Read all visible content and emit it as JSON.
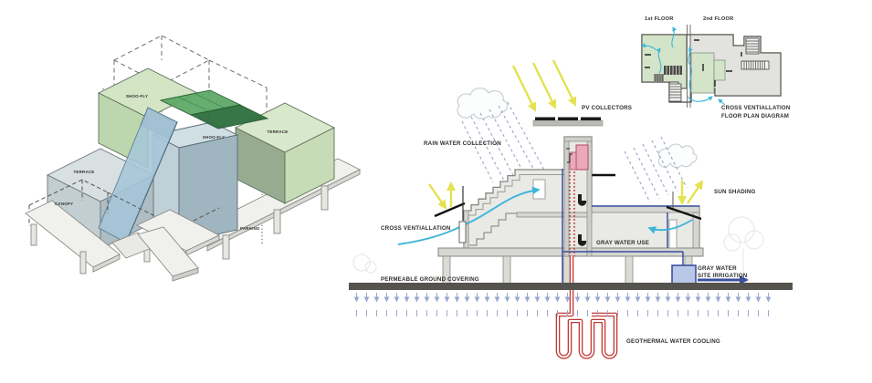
{
  "axonometric": {
    "labels": {
      "shoo_fly_upper": "SHOO-FLY",
      "shoo_fly_center": "SHOO-FLY",
      "terrace_left": "TERRACE",
      "terrace_right": "TERRACE",
      "canopy": "CANOPY",
      "parking": "PARKING"
    }
  },
  "section": {
    "labels": {
      "pv_collectors": "PV COLLECTORS",
      "rain_water_collection": "RAIN WATER COLLECTION",
      "cross_ventilation": "CROSS VENTIALLATION",
      "gray_water_use": "GRAY WATER USE",
      "sun_shading": "SUN SHADING",
      "gray_water_line1": "GRAY WATER",
      "gray_water_line2": "SITE IRRIGATION",
      "permeable_ground": "PERMEABLE GROUND COVERING",
      "geothermal": "GEOTHERMAL WATER COOLING"
    }
  },
  "floor_plan": {
    "first_floor_label": "1st FLOOR",
    "second_floor_label": "2nd FLOOR",
    "caption_line1": "CROSS VENTIALLATION",
    "caption_line2": "FLOOR PLAN DIAGRAM"
  },
  "colors": {
    "sun_yellow": "#e4e24e",
    "air_cyan": "#3eb6d8",
    "water_blue": "#3a4f9e",
    "pipe_red": "#c23b36",
    "tank_pink": "#eaa9ba",
    "green_light": "#d3e5c5",
    "green_roof_dark": "#2e6e3e",
    "glass_blue": "#a6c6d8",
    "ground_dark": "#55534d",
    "infiltration_blue": "#9aa8d2"
  }
}
